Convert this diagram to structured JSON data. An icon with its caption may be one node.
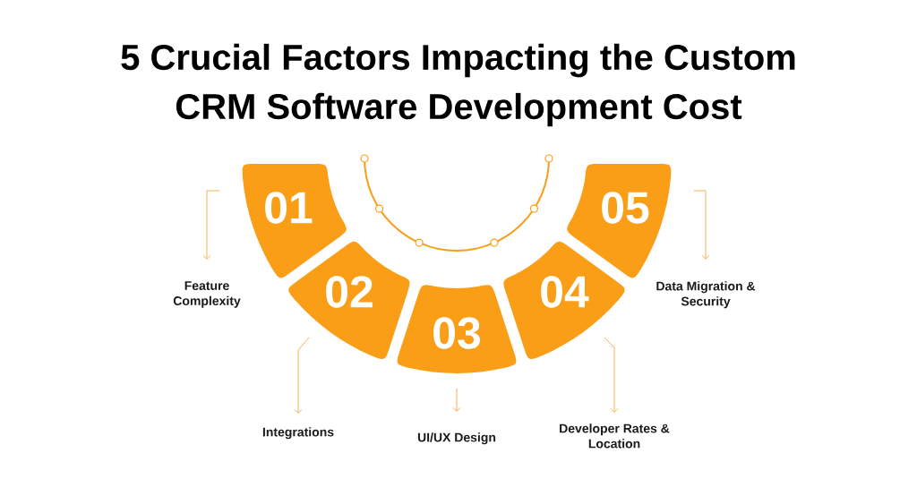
{
  "diagram": {
    "title": "5 Crucial Factors Impacting the Custom CRM Software Development Cost",
    "nodes": [
      {
        "text": [
          "01"
        ]
      },
      {
        "text": [
          "02"
        ]
      },
      {
        "text": [
          "03"
        ]
      },
      {
        "text": [
          "04"
        ]
      },
      {
        "text": [
          "05"
        ]
      },
      {
        "text": [
          "Feature Complexity"
        ]
      },
      {
        "text": [
          "Integrations"
        ]
      },
      {
        "text": [
          "UI/UX Design"
        ]
      },
      {
        "text": [
          "Developer Rates & Location"
        ]
      },
      {
        "text": [
          "Data Migration & Security"
        ]
      }
    ],
    "edges": [
      {
        "from": 0,
        "to": 5,
        "arrow": "to"
      },
      {
        "from": 1,
        "to": 6,
        "arrow": "to"
      },
      {
        "from": 2,
        "to": 7,
        "arrow": "to"
      },
      {
        "from": 3,
        "to": 8,
        "arrow": "to"
      },
      {
        "from": 4,
        "to": 9,
        "arrow": "to"
      }
    ]
  }
}
